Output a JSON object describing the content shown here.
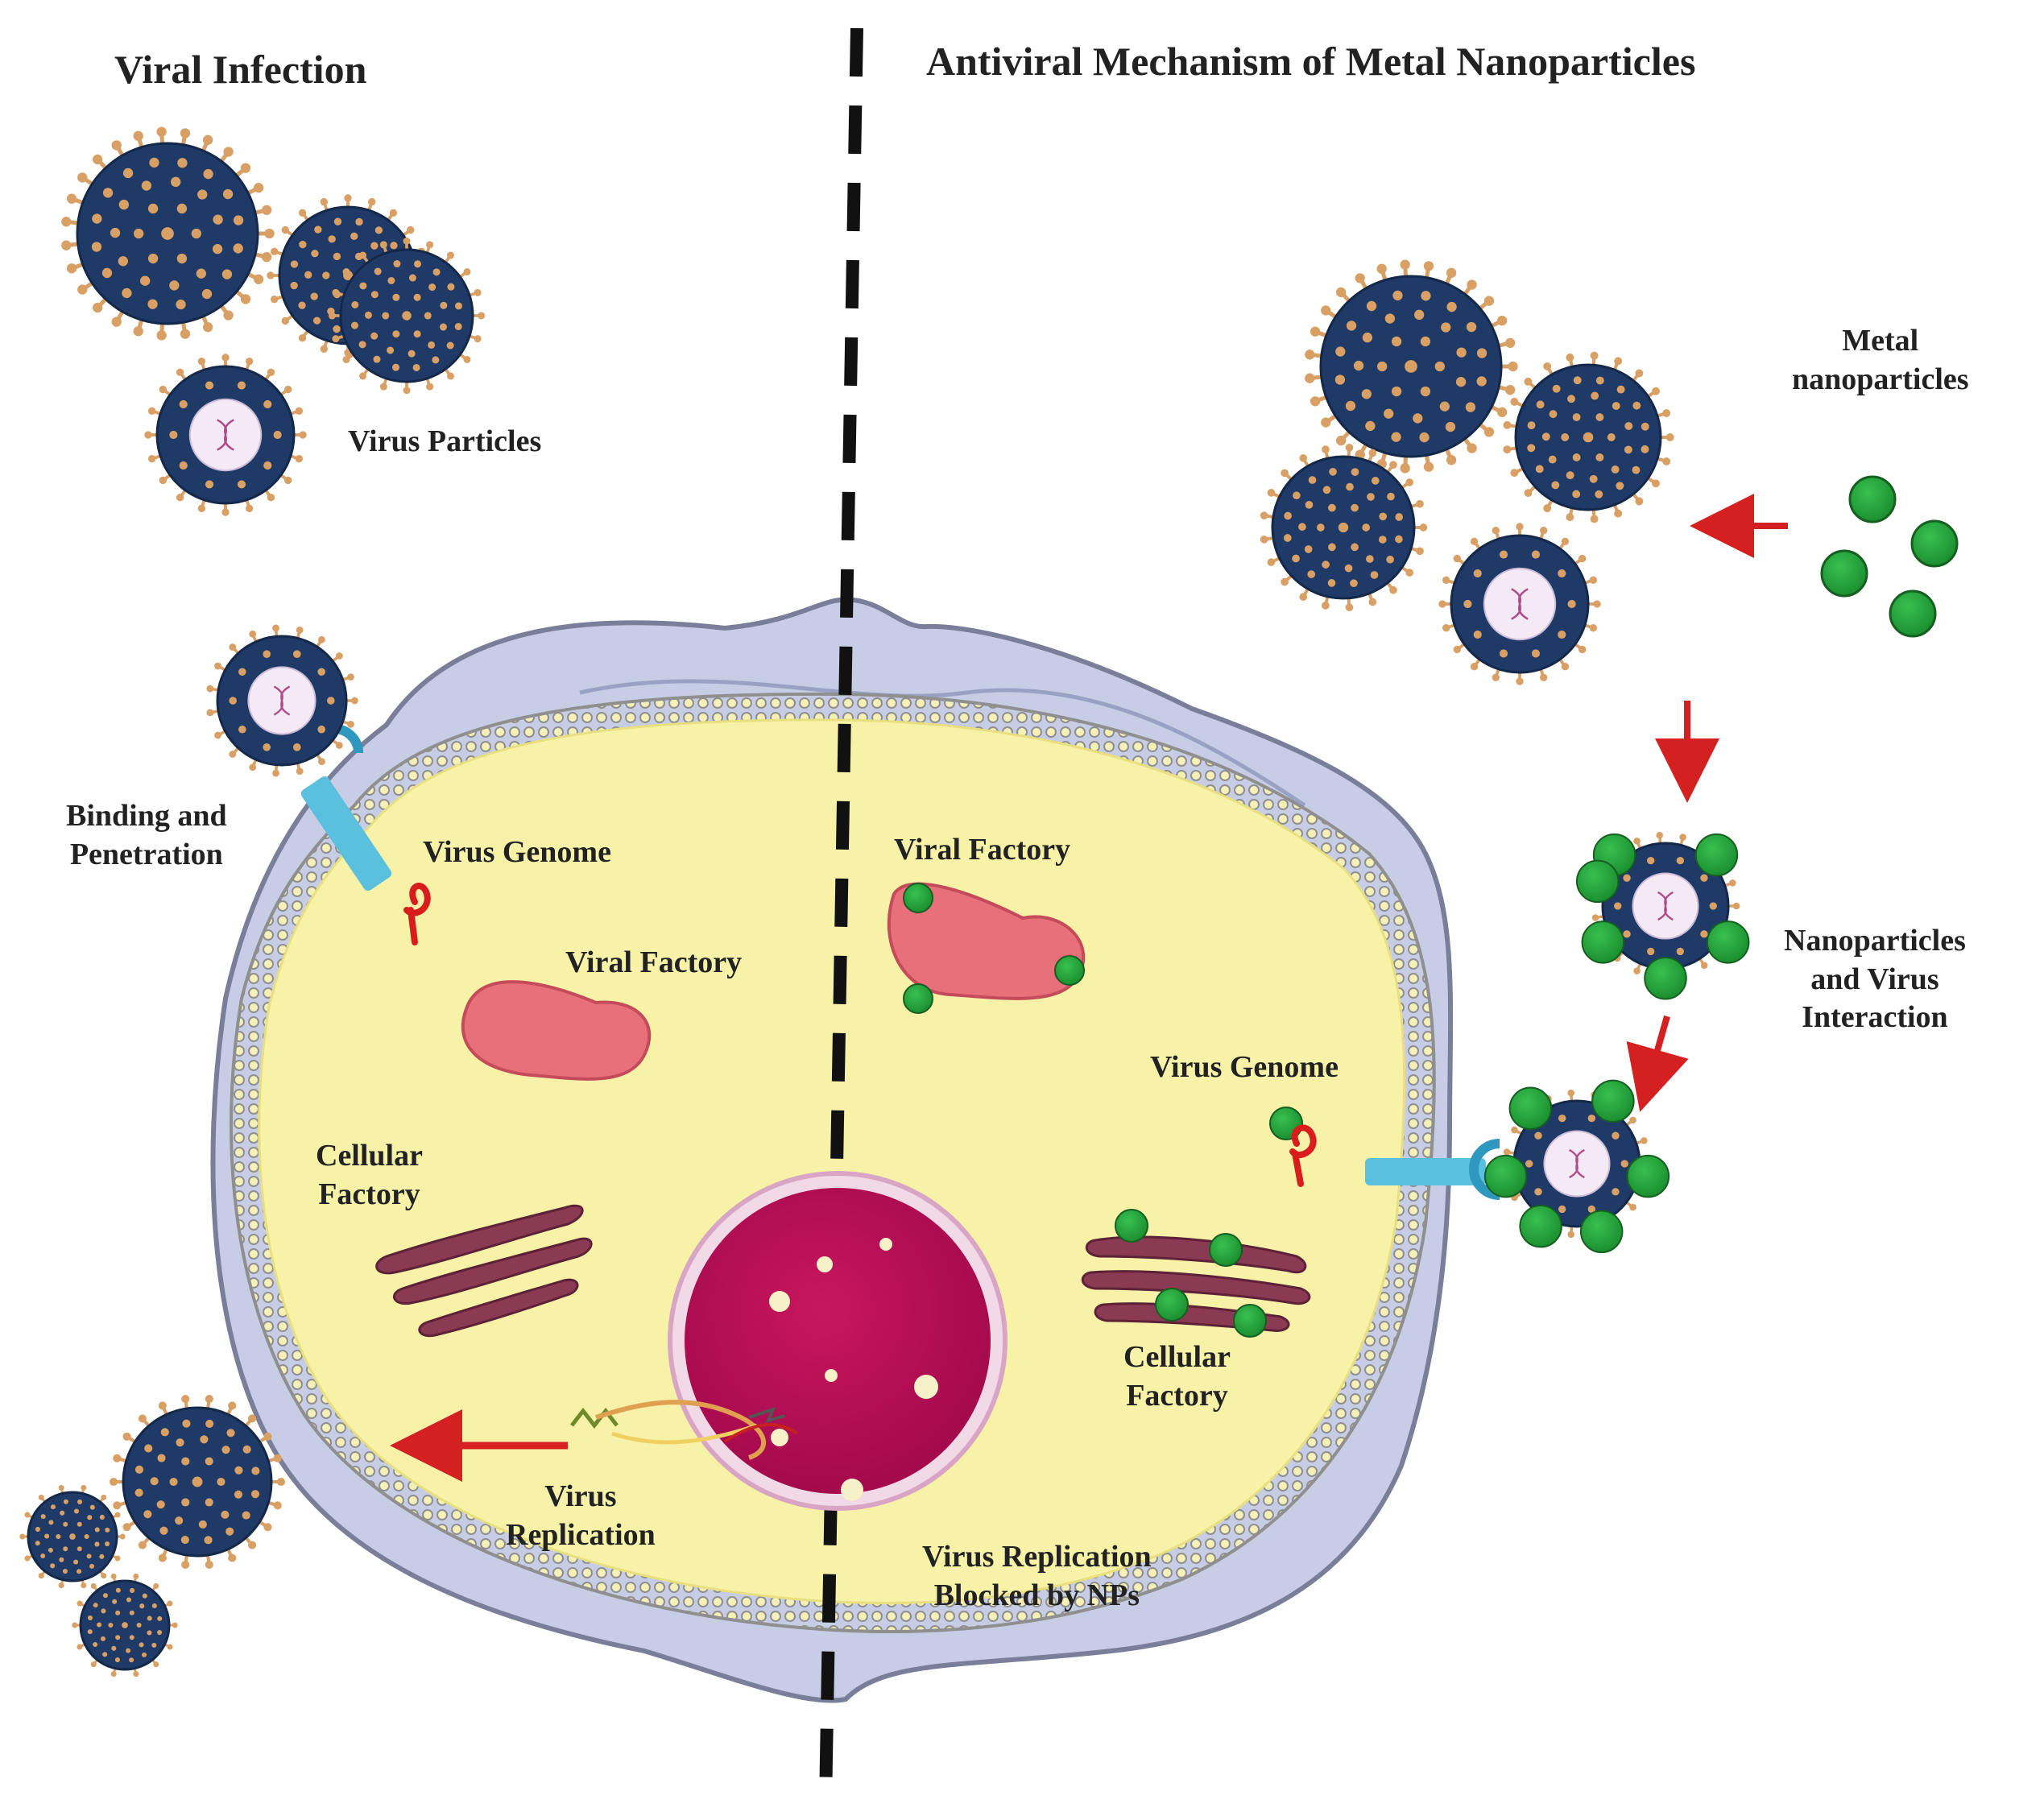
{
  "left_panel": {
    "title": "Viral Infection",
    "virus_particles": "Virus Particles",
    "binding_line1": "Binding and",
    "binding_line2": "Penetration",
    "virus_genome": "Virus Genome",
    "viral_factory": "Viral Factory",
    "cellular_line1": "Cellular",
    "cellular_line2": "Factory",
    "replication_line1": "Virus",
    "replication_line2": "Replication"
  },
  "right_panel": {
    "title": "Antiviral Mechanism of Metal Nanoparticles",
    "metal_line1": "Metal",
    "metal_line2": "nanoparticles",
    "interaction_line1": "Nanoparticles",
    "interaction_line2": "and Virus",
    "interaction_line3": "Interaction",
    "virus_genome": "Virus Genome",
    "viral_factory": "Viral Factory",
    "cellular_line1": "Cellular",
    "cellular_line2": "Factory",
    "blocked_line1": "Virus Replication",
    "blocked_line2": "Blocked by NPs"
  },
  "colors": {
    "virus_shell": "#1f3a66",
    "virus_spike": "#d9a066",
    "virus_core": "#f3eaf5",
    "nanoparticle": "#22a33a",
    "arrow": "#d42020",
    "cytoplasm": "#f8f2a8",
    "cell_outer": "#c5cce3",
    "membrane": "#8a8a8a",
    "nucleus": "#c0125a",
    "receptor": "#5bc0de",
    "viral_factory": "#e8707b",
    "golgi": "#8a3a52"
  }
}
